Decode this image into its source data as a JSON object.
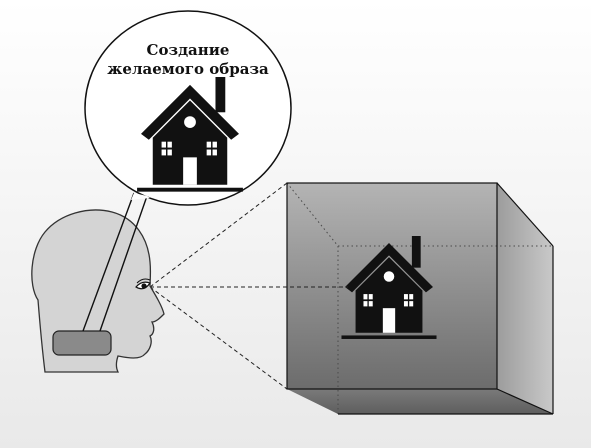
{
  "bubble": {
    "line1": "Создание",
    "line2": "желаемого образа"
  },
  "colors": {
    "house": "#111111",
    "box_front_top": "#a8a8a8",
    "box_front_bottom": "#6a6a6a",
    "head_fill": "#d6d6d6"
  },
  "icons": [
    "house-icon",
    "head-silhouette",
    "eye-icon",
    "thought-bubble",
    "projection-box"
  ]
}
